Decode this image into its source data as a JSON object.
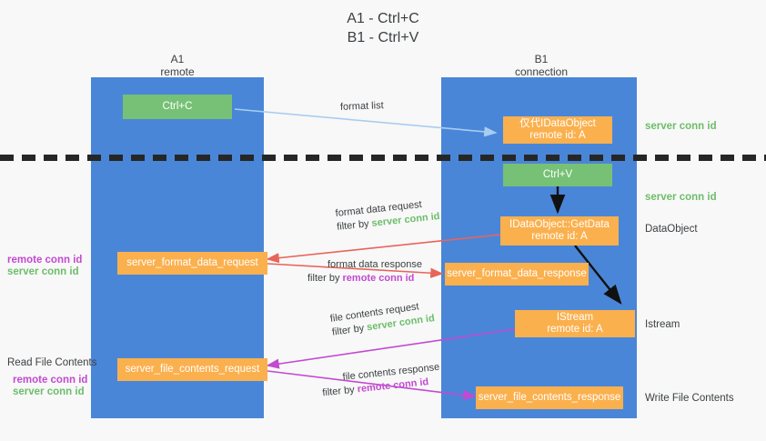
{
  "title": "A1 - Ctrl+C\nB1 - Ctrl+V",
  "columns": [
    {
      "name": "A1",
      "sub": "remote",
      "label": "A1\nremote"
    },
    {
      "name": "B1",
      "sub": "connection",
      "label": "B1\nconnection"
    }
  ],
  "colors": {
    "lane": "#4a86d8",
    "green_box": "#76c175",
    "orange_box": "#fbb04e",
    "server_conn_id": "#6dbd6a",
    "remote_conn_id": "#c24ad0",
    "arrow_blue": "#a8cdf0",
    "arrow_red": "#e8645a",
    "arrow_magenta": "#c24ad0",
    "arrow_black": "#111111",
    "background": "#f8f8f8"
  },
  "boxes": {
    "ctrl_c": "Ctrl+C",
    "ctrl_v": "Ctrl+V",
    "idataobject_create": "仅代IDataObject\nremote id: A",
    "idataobject_getdata": "IDataObject::GetData\nremote id: A",
    "istream": "IStream\nremote id: A",
    "server_format_data_request": "server_format_data_request",
    "server_format_data_response": "server_format_data_response",
    "server_file_contents_request": "server_file_contents_request",
    "server_file_contents_response": "server_file_contents_response"
  },
  "side_labels": {
    "server_conn_id_top": "server conn id",
    "server_conn_id_mid": "server conn id",
    "data_object": "DataObject",
    "istream": "Istream",
    "write_file_contents": "Write File Contents",
    "read_file_contents": "Read File Contents"
  },
  "left_labels": {
    "remote_conn_id": "remote conn id",
    "server_conn_id": "server conn id"
  },
  "edges": {
    "format_list": "format list",
    "format_data_request": "format data request",
    "format_data_request_filter_prefix": "filter by",
    "format_data_request_filter_key": "server conn id",
    "format_data_response": "format data response",
    "format_data_response_filter_prefix": "filter by",
    "format_data_response_filter_key": "remote conn id",
    "file_contents_request": "file contents request",
    "file_contents_request_filter_prefix": "filter by",
    "file_contents_request_filter_key": "server conn id",
    "file_contents_response": "file contents response",
    "file_contents_response_filter_prefix": "filter by",
    "file_contents_response_filter_key": "remote conn id"
  }
}
